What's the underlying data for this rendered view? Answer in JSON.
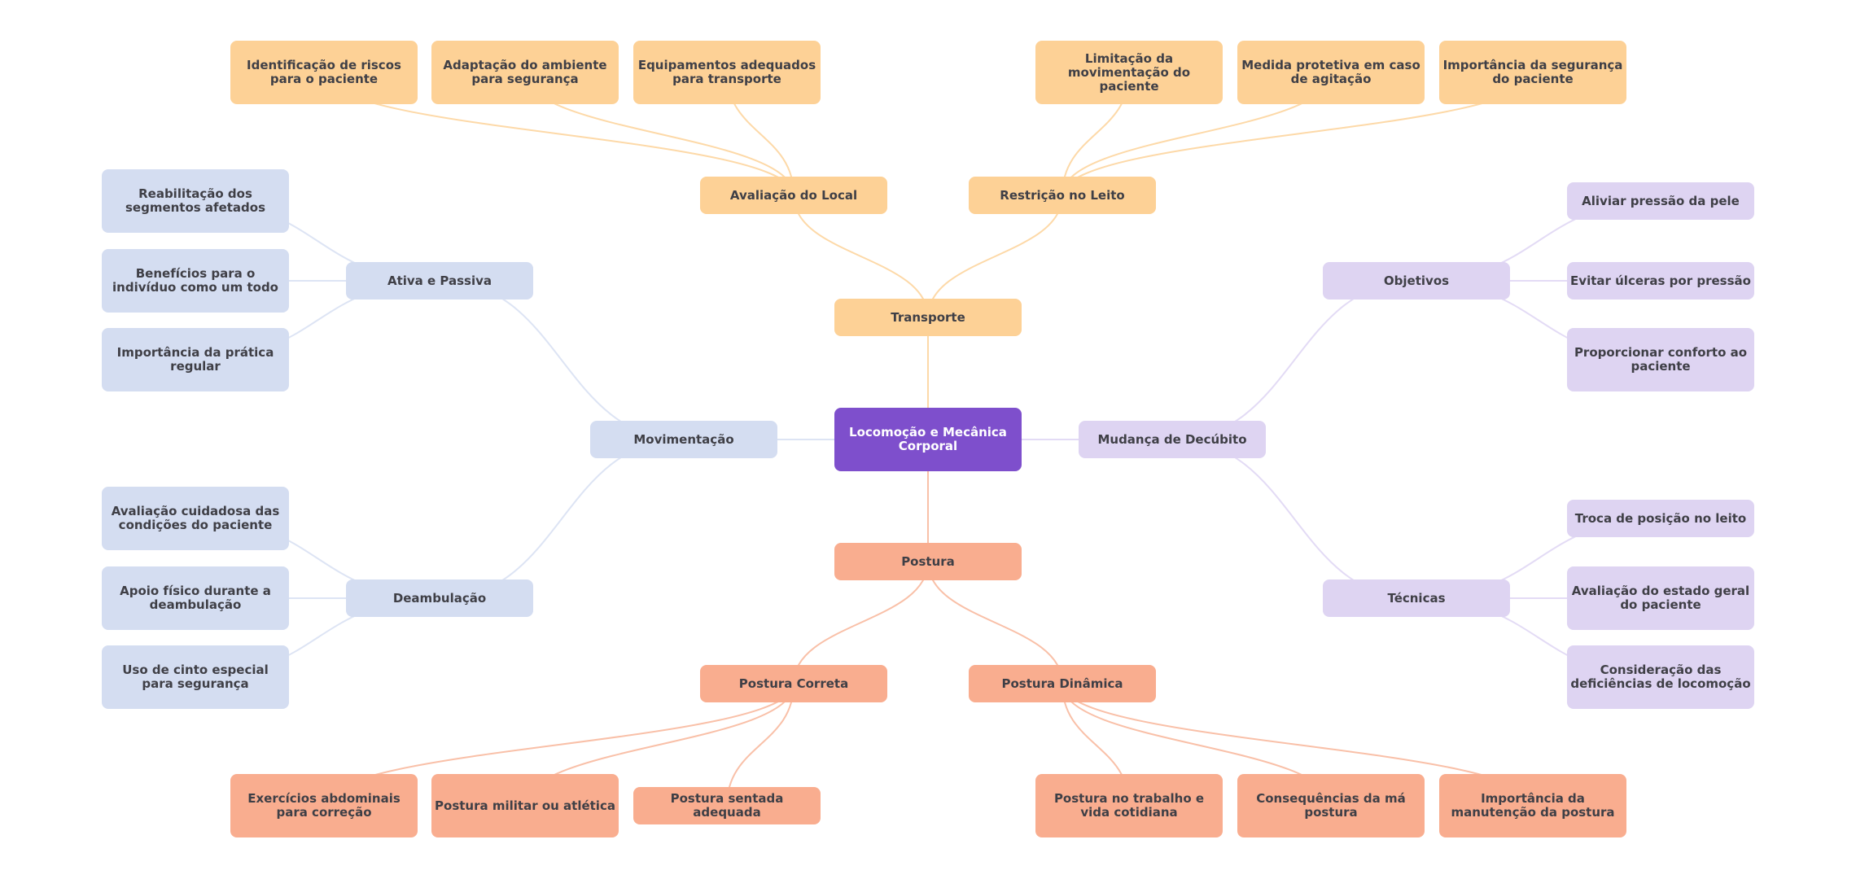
{
  "diagram": {
    "title": "Locomoção e Mecânica Corporal",
    "colors": {
      "root": "#7e4fcc",
      "transporte": "#fdd196",
      "transporte_edge": "#fdd9a8",
      "postura": "#f9ad8f",
      "postura_edge": "#f9c0a8",
      "movimentacao": "#d4ddf1",
      "movimentacao_edge": "#dde4f4",
      "decubito": "#ded4f2",
      "decubito_edge": "#e3dbf5",
      "text": "#3f3f46",
      "root_text": "#ffffff"
    },
    "root": {
      "id": "root",
      "label": "Locomoção e Mecânica Corporal"
    },
    "branches": [
      {
        "id": "transporte",
        "label": "Transporte",
        "color_key": "transporte",
        "children": [
          {
            "id": "avaliacao-local",
            "label": "Avaliação do Local",
            "children": [
              {
                "id": "identificacao-riscos",
                "label": "Identificação de riscos para o paciente"
              },
              {
                "id": "adaptacao-ambiente",
                "label": "Adaptação do ambiente para segurança"
              },
              {
                "id": "equipamentos-adequados",
                "label": "Equipamentos adequados para transporte"
              }
            ]
          },
          {
            "id": "restricao-leito",
            "label": "Restrição no Leito",
            "children": [
              {
                "id": "limitacao-movimentacao",
                "label": "Limitação da movimentação do paciente"
              },
              {
                "id": "medida-protetiva",
                "label": "Medida protetiva em caso de agitação"
              },
              {
                "id": "importancia-seguranca",
                "label": "Importância da segurança do paciente"
              }
            ]
          }
        ]
      },
      {
        "id": "movimentacao",
        "label": "Movimentação",
        "color_key": "movimentacao",
        "children": [
          {
            "id": "ativa-passiva",
            "label": "Ativa e Passiva",
            "children": [
              {
                "id": "reabilitacao-segmentos",
                "label": "Reabilitação dos segmentos afetados"
              },
              {
                "id": "beneficios-individuo",
                "label": "Benefícios para o indivíduo como um todo"
              },
              {
                "id": "importancia-pratica",
                "label": "Importância da prática regular"
              }
            ]
          },
          {
            "id": "deambulacao",
            "label": "Deambulação",
            "children": [
              {
                "id": "avaliacao-cuidadosa",
                "label": "Avaliação cuidadosa das condições do paciente"
              },
              {
                "id": "apoio-fisico",
                "label": "Apoio físico durante a deambulação"
              },
              {
                "id": "uso-cinto",
                "label": "Uso de cinto especial para segurança"
              }
            ]
          }
        ]
      },
      {
        "id": "mudanca-decubito",
        "label": "Mudança de Decúbito",
        "color_key": "decubito",
        "children": [
          {
            "id": "objetivos",
            "label": "Objetivos",
            "children": [
              {
                "id": "aliviar-pressao",
                "label": "Aliviar pressão da pele"
              },
              {
                "id": "evitar-ulceras",
                "label": "Evitar úlceras por pressão"
              },
              {
                "id": "proporcionar-conforto",
                "label": "Proporcionar conforto ao paciente"
              }
            ]
          },
          {
            "id": "tecnicas",
            "label": "Técnicas",
            "children": [
              {
                "id": "troca-posicao",
                "label": "Troca de posição no leito"
              },
              {
                "id": "avaliacao-estado",
                "label": "Avaliação do estado geral do paciente"
              },
              {
                "id": "consideracao-deficiencias",
                "label": "Consideração das deficiências de locomoção"
              }
            ]
          }
        ]
      },
      {
        "id": "postura",
        "label": "Postura",
        "color_key": "postura",
        "children": [
          {
            "id": "postura-correta",
            "label": "Postura Correta",
            "children": [
              {
                "id": "exercicios-abdominais",
                "label": "Exercícios abdominais para correção"
              },
              {
                "id": "postura-militar",
                "label": "Postura militar ou atlética"
              },
              {
                "id": "postura-sentada",
                "label": "Postura sentada adequada"
              }
            ]
          },
          {
            "id": "postura-dinamica",
            "label": "Postura Dinâmica",
            "children": [
              {
                "id": "postura-trabalho",
                "label": "Postura no trabalho e vida cotidiana"
              },
              {
                "id": "consequencias-ma-postura",
                "label": "Consequências da má postura"
              },
              {
                "id": "importancia-manutencao",
                "label": "Importância da manutenção da postura"
              }
            ]
          }
        ]
      }
    ]
  }
}
